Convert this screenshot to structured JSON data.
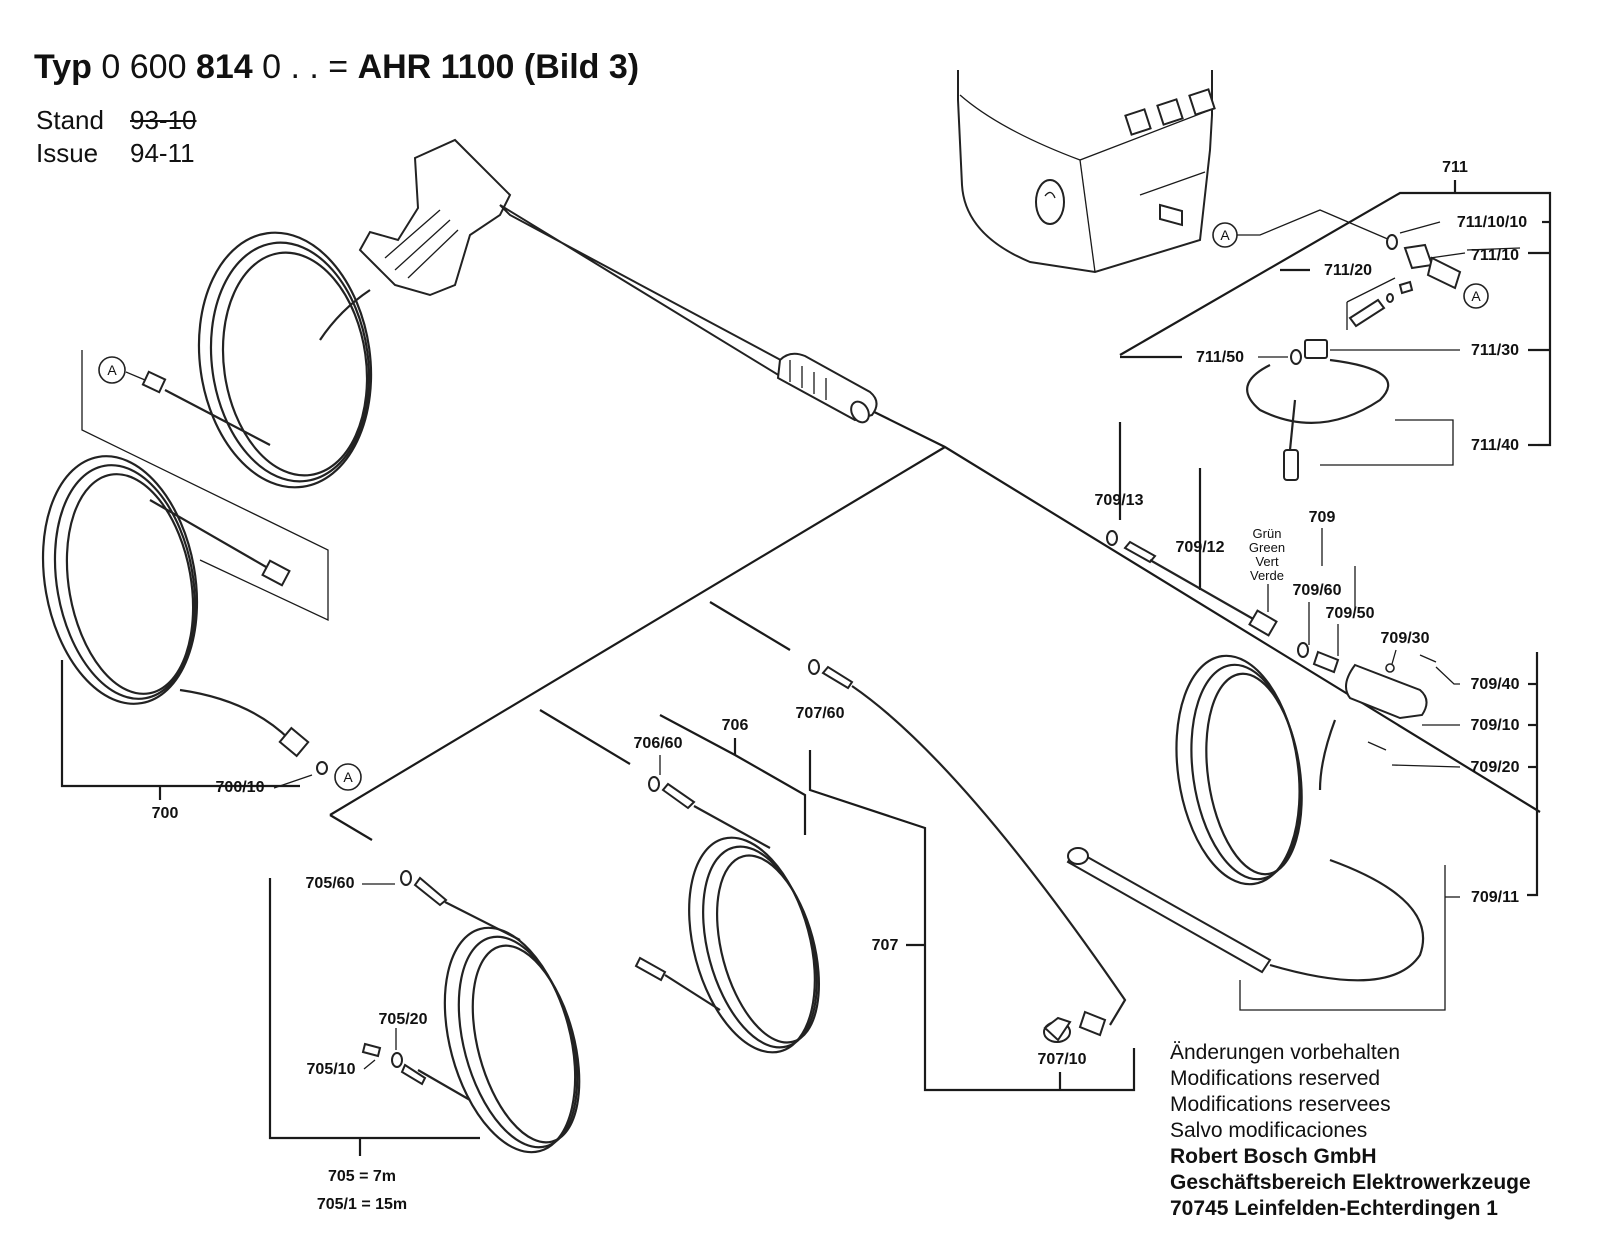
{
  "header": {
    "typ_label": "Typ",
    "code_a": "0 600",
    "code_b": "814",
    "code_c": "0 . . =",
    "model": "AHR 1100 (Bild 3)"
  },
  "stand": {
    "stand_label": "Stand",
    "stand_value_struck": "93-10",
    "issue_label": "Issue",
    "issue_value": "94-11"
  },
  "callouts": {
    "ref_a": "A",
    "p700": "700",
    "p700_10": "700/10",
    "p705_60": "705/60",
    "p705_20": "705/20",
    "p705_10": "705/10",
    "p705": "705 = 7m",
    "p705_1": "705/1 = 15m",
    "p706_60": "706/60",
    "p706": "706",
    "p707_60": "707/60",
    "p707": "707",
    "p707_10": "707/10",
    "p709_13": "709/13",
    "p709_12": "709/12",
    "p709": "709",
    "p709_60": "709/60",
    "p709_50": "709/50",
    "p709_30": "709/30",
    "p709_40": "709/40",
    "p709_10": "709/10",
    "p709_20": "709/20",
    "p709_11": "709/11",
    "p711": "711",
    "p711_10_10": "711/10/10",
    "p711_10": "711/10",
    "p711_20": "711/20",
    "p711_50": "711/50",
    "p711_30": "711/30",
    "p711_40": "711/40",
    "color_de": "Grün",
    "color_en": "Green",
    "color_fr": "Vert",
    "color_es": "Verde"
  },
  "footer": {
    "line1": "Änderungen vorbehalten",
    "line2": "Modifications reserved",
    "line3": "Modifications reservees",
    "line4": "Salvo modificaciones",
    "company": "Robert Bosch GmbH",
    "division": "Geschäftsbereich Elektrowerkzeuge",
    "address": "70745 Leinfelden-Echterdingen 1"
  }
}
